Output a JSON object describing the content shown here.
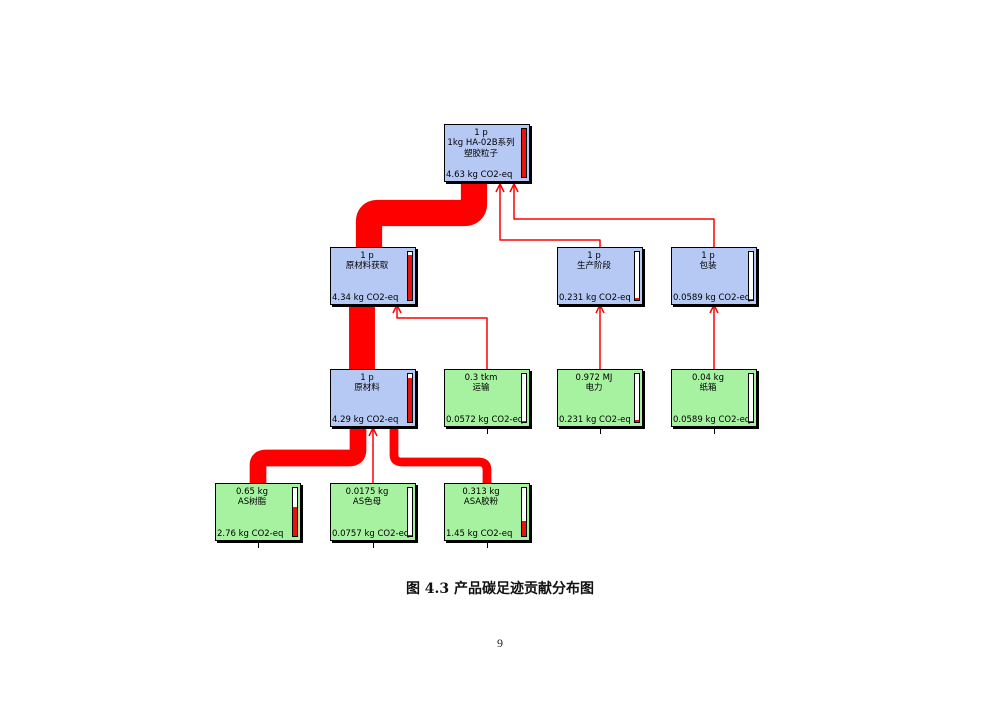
{
  "diagram": {
    "flow_color": "#ff0000",
    "process_color": "#b6c8f4",
    "material_color": "#a6f2a0",
    "nodes": {
      "root": {
        "amount": "1 p",
        "name": "1kg HA-02B系列塑胶粒子",
        "value": "4.63 kg CO2-eq",
        "impact": 4.63
      },
      "raw_stage": {
        "amount": "1 p",
        "name": "原材料获取",
        "value": "4.34 kg CO2-eq",
        "impact": 4.34
      },
      "prod_stage": {
        "amount": "1 p",
        "name": "生产阶段",
        "value": "0.231 kg CO2-eq",
        "impact": 0.231
      },
      "pack_stage": {
        "amount": "1 p",
        "name": "包装",
        "value": "0.0589 kg CO2-eq",
        "impact": 0.0589
      },
      "raw_mat": {
        "amount": "1 p",
        "name": "原材料",
        "value": "4.29 kg CO2-eq",
        "impact": 4.29
      },
      "transport": {
        "amount": "0.3 tkm",
        "name": "运输",
        "value": "0.0572 kg CO2-eq",
        "impact": 0.0572
      },
      "power": {
        "amount": "0.972 MJ",
        "name": "电力",
        "value": "0.231 kg CO2-eq",
        "impact": 0.231
      },
      "carton": {
        "amount": "0.04 kg",
        "name": "纸箱",
        "value": "0.0589 kg CO2-eq",
        "impact": 0.0589
      },
      "as_resin": {
        "amount": "0.65 kg",
        "name": "AS树脂",
        "value": "2.76 kg CO2-eq",
        "impact": 2.76
      },
      "as_color": {
        "amount": "0.0175 kg",
        "name": "AS色母",
        "value": "0.0757 kg CO2-eq",
        "impact": 0.0757
      },
      "asa_powder": {
        "amount": "0.313 kg",
        "name": "ASA胶粉",
        "value": "1.45 kg CO2-eq",
        "impact": 1.45
      }
    }
  },
  "caption": "图 4.3  产品碳足迹贡献分布图",
  "page_number": "9"
}
